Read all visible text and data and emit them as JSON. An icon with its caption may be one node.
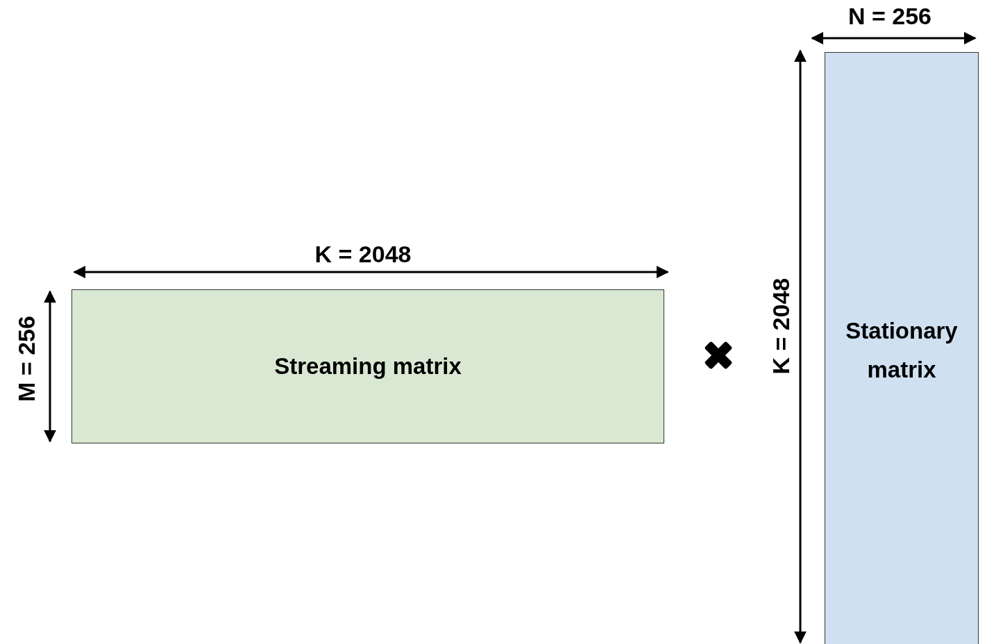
{
  "diagram": {
    "nodes": [
      {
        "text": [
          "Streaming matrix"
        ]
      },
      {
        "text": [
          "Stationary matrix"
        ]
      }
    ],
    "edges": [],
    "labels": [
      "N = 256",
      "K = 2048",
      "M = 256",
      "K = 2048"
    ]
  }
}
